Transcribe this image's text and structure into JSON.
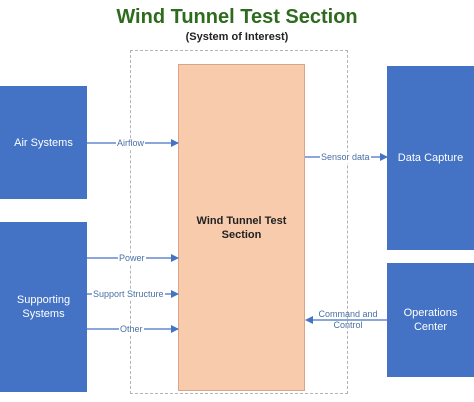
{
  "title": "Wind Tunnel Test Section",
  "subtitle": "(System of Interest)",
  "center_box": {
    "label": "Wind Tunnel Test Section"
  },
  "boxes": {
    "air_systems": "Air Systems",
    "supporting_systems": "Supporting Systems",
    "data_capture": "Data Capture",
    "operations_center": "Operations Center"
  },
  "connections": {
    "airflow": "Airflow",
    "power": "Power",
    "support_structure": "Support Structure",
    "other": "Other",
    "sensor_data": "Sensor data",
    "command_control": "Command and Control"
  },
  "colors": {
    "title": "#2e6b1e",
    "box_fill": "#4472c4",
    "center_fill": "#f8cbad",
    "arrow": "#4472c4",
    "label": "#4a6fa5"
  }
}
